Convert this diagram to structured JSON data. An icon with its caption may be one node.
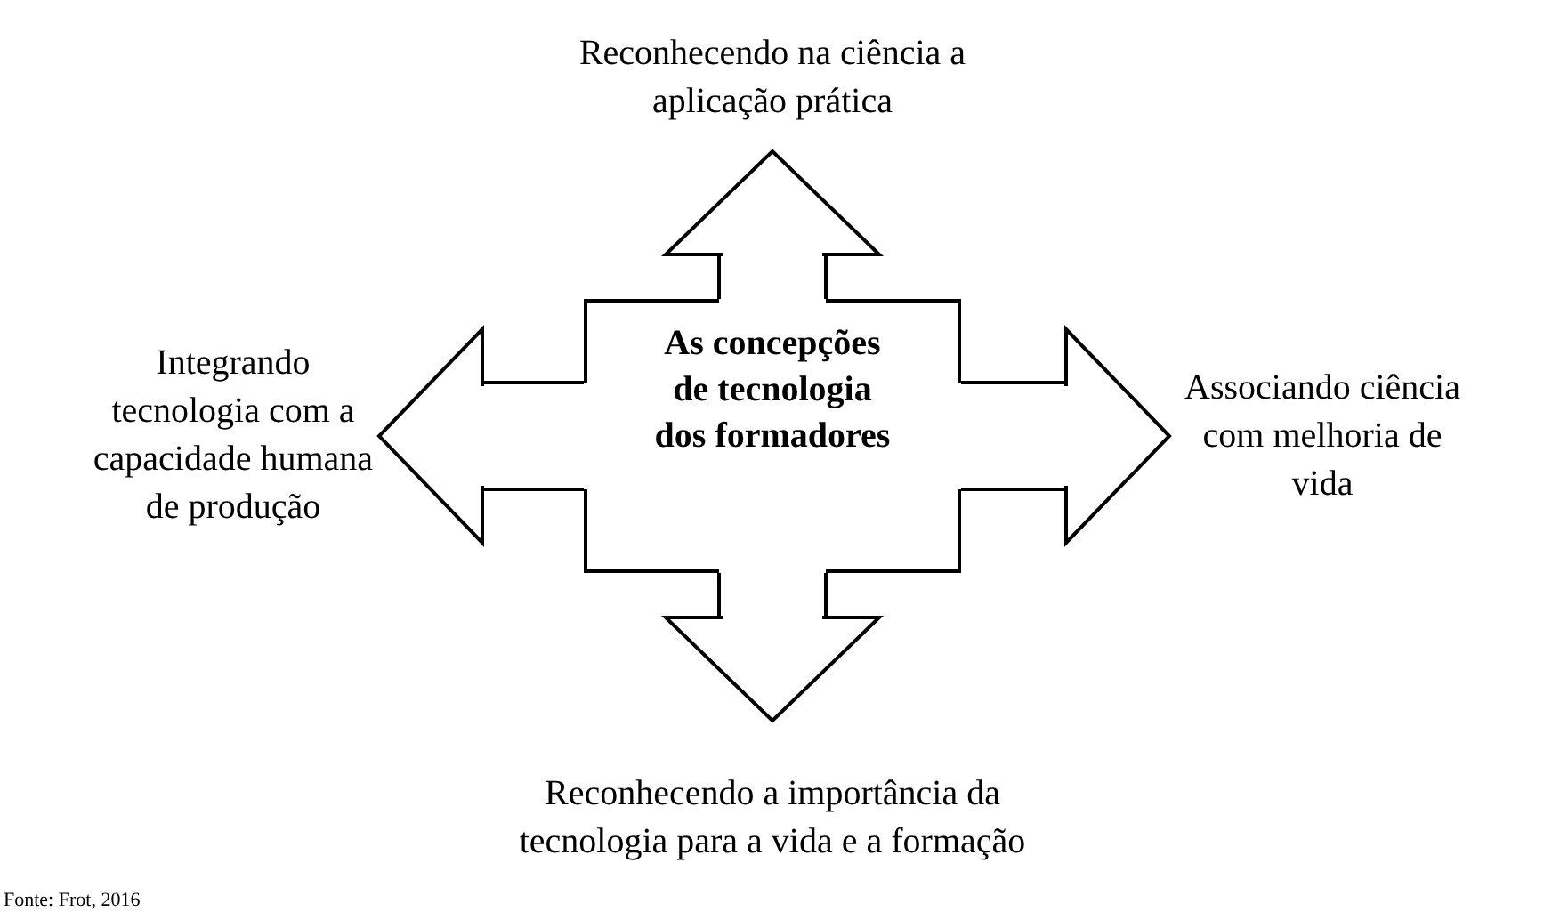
{
  "diagram": {
    "nodes": [
      {
        "text": [
          "As concepções de tecnologia dos formadores"
        ]
      },
      {
        "text": [
          "Reconhecendo na ciência a aplicação prática"
        ]
      },
      {
        "text": [
          "Integrando tecnologia com a capacidade humana de produção"
        ]
      },
      {
        "text": [
          "Associando ciência com melhoria de vida"
        ]
      },
      {
        "text": [
          "Reconhecendo a importância da tecnologia para a vida e a formação"
        ]
      }
    ],
    "edges": [
      {
        "from": 0,
        "to": 1,
        "arrow": "to"
      },
      {
        "from": 0,
        "to": 2,
        "arrow": "to"
      },
      {
        "from": 0,
        "to": 3,
        "arrow": "to"
      },
      {
        "from": 0,
        "to": 4,
        "arrow": "to"
      }
    ],
    "labels": [
      "Fonte: Frot, 2016"
    ]
  }
}
